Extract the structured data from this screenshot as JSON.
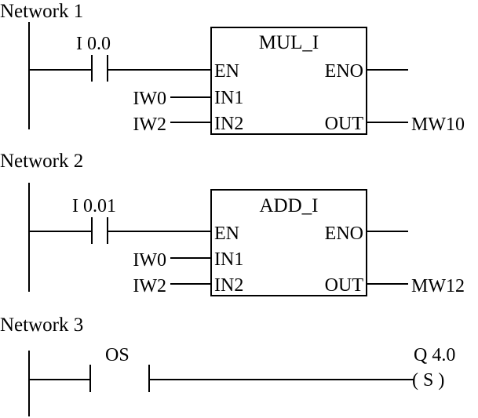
{
  "networks": [
    {
      "title": "Network 1",
      "contact": {
        "address": "I 0.0",
        "type": "normally-open"
      },
      "block": {
        "name": "MUL_I",
        "pins": {
          "en": "EN",
          "eno": "ENO",
          "in1": "IN1",
          "in2": "IN2",
          "out": "OUT"
        },
        "in1_operand": "IW0",
        "in2_operand": "IW2",
        "out_operand": "MW10"
      }
    },
    {
      "title": "Network 2",
      "contact": {
        "address": "I 0.01",
        "type": "normally-open"
      },
      "block": {
        "name": "ADD_I",
        "pins": {
          "en": "EN",
          "eno": "ENO",
          "in1": "IN1",
          "in2": "IN2",
          "out": "OUT"
        },
        "in1_operand": "IW0",
        "in2_operand": "IW2",
        "out_operand": "MW12"
      }
    },
    {
      "title": "Network 3",
      "contact": {
        "address": "OS",
        "type": "normally-open"
      },
      "coil": {
        "address": "Q 4.0",
        "label": "( S )",
        "type": "set"
      }
    }
  ]
}
